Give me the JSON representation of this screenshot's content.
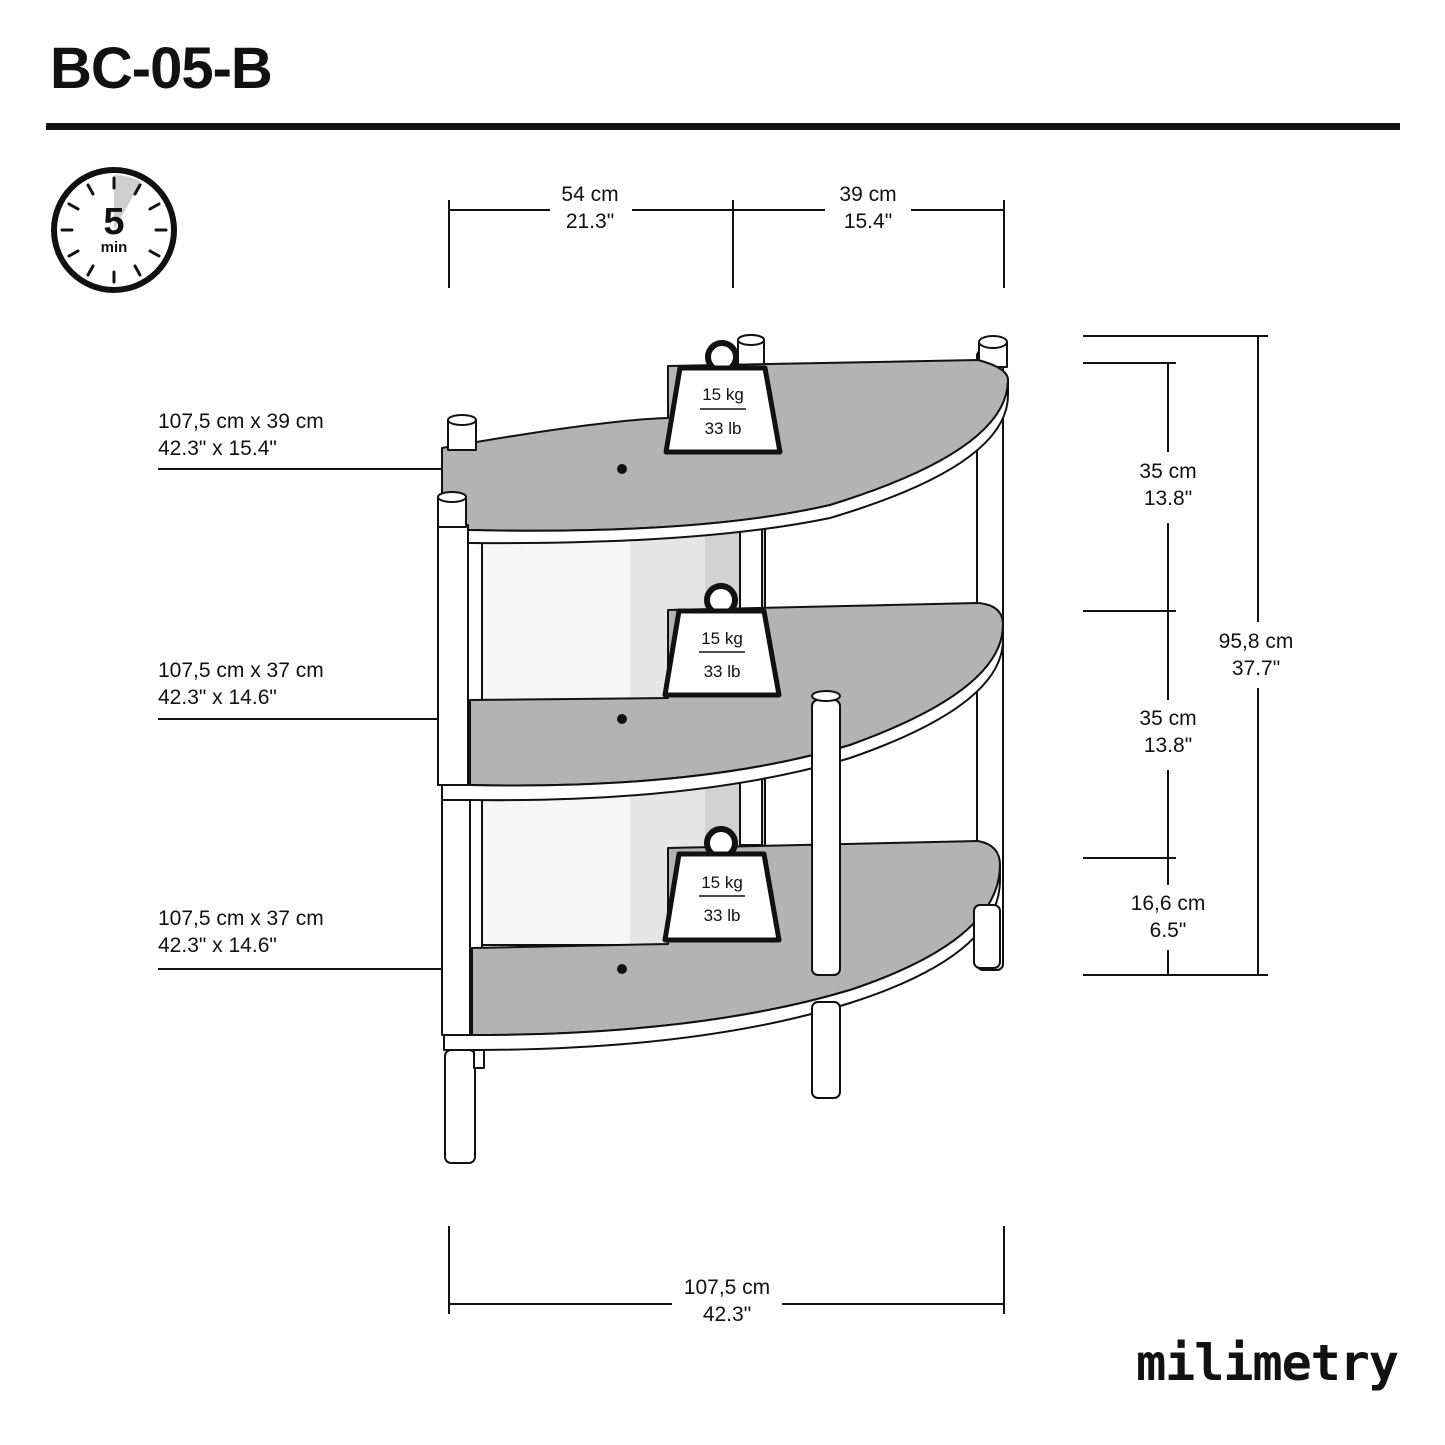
{
  "header": {
    "title": "BC-05-B"
  },
  "timer": {
    "value": "5",
    "unit": "min"
  },
  "dimensions": {
    "top_left": {
      "cm": "54 cm",
      "in": "21.3\""
    },
    "top_right": {
      "cm": "39 cm",
      "in": "15.4\""
    },
    "bottom_width": {
      "cm": "107,5 cm",
      "in": "42.3\""
    },
    "gap_upper": {
      "cm": "35 cm",
      "in": "13.8\""
    },
    "gap_middle": {
      "cm": "35 cm",
      "in": "13.8\""
    },
    "gap_bottom": {
      "cm": "16,6 cm",
      "in": "6.5\""
    },
    "total_height": {
      "cm": "95,8 cm",
      "in": "37.7\""
    }
  },
  "shelves": [
    {
      "cm": "107,5 cm x 39 cm",
      "in": "42.3\" x 15.4\""
    },
    {
      "cm": "107,5 cm x 37 cm",
      "in": "42.3\" x 14.6\""
    },
    {
      "cm": "107,5 cm x 37 cm",
      "in": "42.3\" x 14.6\""
    }
  ],
  "weights": [
    {
      "kg": "15 kg",
      "lb": "33 lb"
    },
    {
      "kg": "15 kg",
      "lb": "33 lb"
    },
    {
      "kg": "15 kg",
      "lb": "33 lb"
    }
  ],
  "brand": {
    "logo": "milimetry"
  },
  "icons": [
    "timer-icon",
    "weight-icon"
  ],
  "colors": {
    "ink": "#111111",
    "shelf": "#b3b3b3",
    "edge": "#ffffff"
  }
}
